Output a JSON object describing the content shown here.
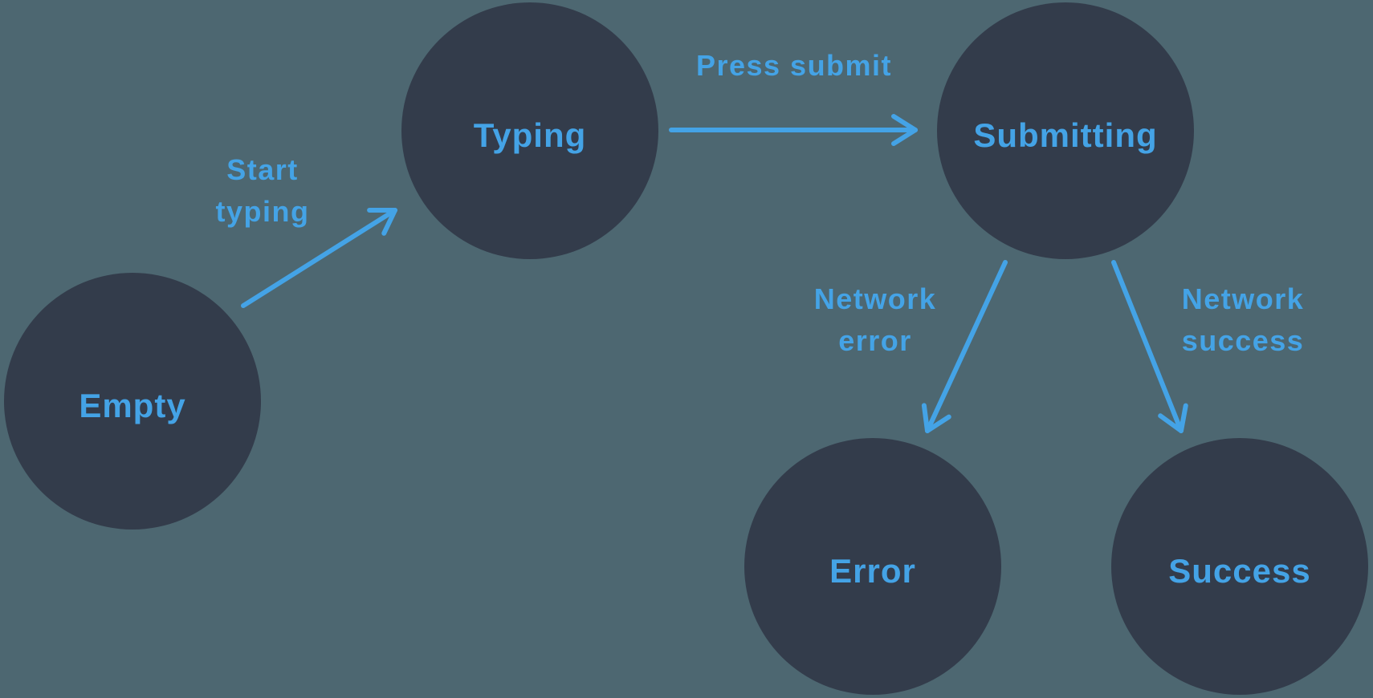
{
  "diagram": {
    "kind": "form-state-machine",
    "states": [
      {
        "id": "empty",
        "label": "Empty"
      },
      {
        "id": "typing",
        "label": "Typing"
      },
      {
        "id": "submitting",
        "label": "Submitting"
      },
      {
        "id": "error",
        "label": "Error"
      },
      {
        "id": "success",
        "label": "Success"
      }
    ],
    "transitions": [
      {
        "from": "empty",
        "to": "typing",
        "label": "Start typing",
        "label_lines": [
          "Start",
          "typing"
        ]
      },
      {
        "from": "typing",
        "to": "submitting",
        "label": "Press submit",
        "label_lines": [
          "Press submit"
        ]
      },
      {
        "from": "submitting",
        "to": "error",
        "label": "Network error",
        "label_lines": [
          "Network",
          "error"
        ]
      },
      {
        "from": "submitting",
        "to": "success",
        "label": "Network success",
        "label_lines": [
          "Network",
          "success"
        ]
      }
    ],
    "colors": {
      "background": "#4d6771",
      "state_fill": "#333c4b",
      "accent": "#44a3e6"
    }
  }
}
